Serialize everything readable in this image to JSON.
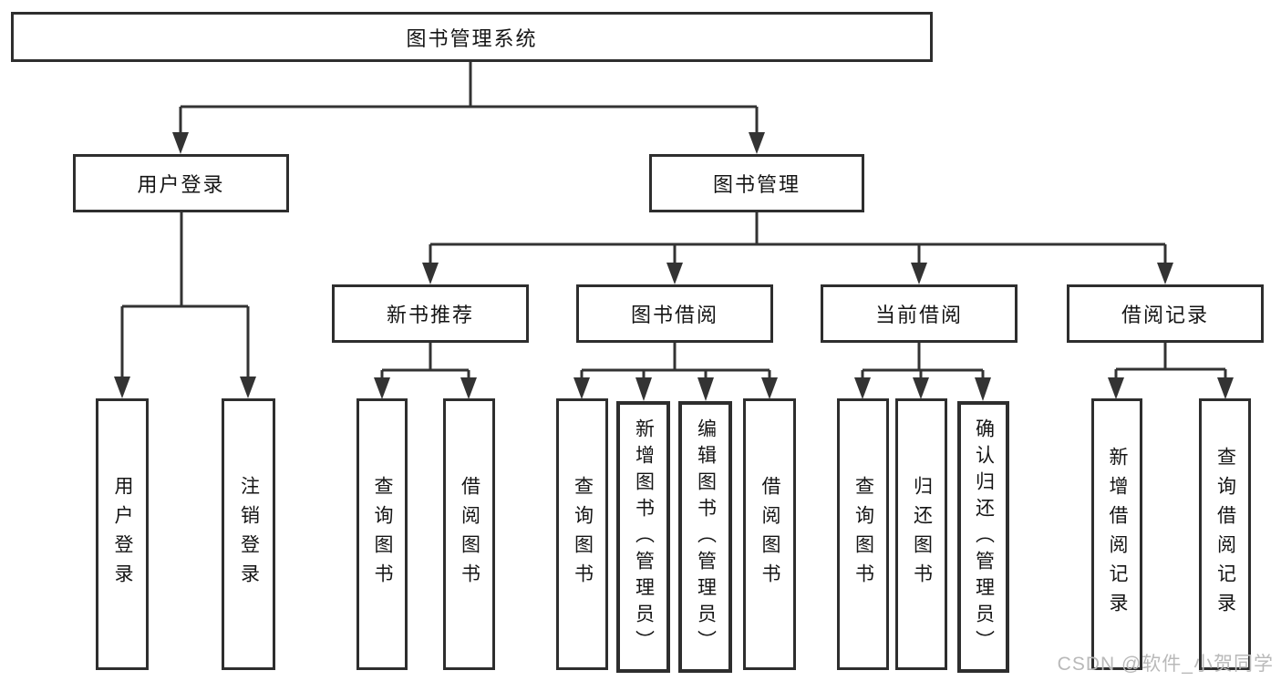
{
  "diagram": {
    "root_label": "图书管理系统",
    "branches": {
      "user_login": {
        "label": "用户登录",
        "children": [
          "用户登录",
          "注销登录"
        ]
      },
      "book_mgmt": {
        "label": "图书管理",
        "sections": {
          "new_book": {
            "label": "新书推荐",
            "children": [
              "查询图书",
              "借阅图书"
            ]
          },
          "borrow": {
            "label": "图书借阅",
            "children": [
              "查询图书",
              "新增图书（管理员）",
              "编辑图书（管理员）",
              "借阅图书"
            ]
          },
          "current": {
            "label": "当前借阅",
            "children": [
              "查询图书",
              "归还图书",
              "确认归还（管理员）"
            ]
          },
          "records": {
            "label": "借阅记录",
            "children": [
              "新增借阅记录",
              "查询借阅记录"
            ]
          }
        }
      }
    },
    "watermark": "CSDN @软件_小贺同学",
    "colors": {
      "line": "#333333",
      "box_border": "#2e2e2e",
      "text": "#151515",
      "watermark": "#b9b9b9",
      "background": "#ffffff"
    }
  }
}
